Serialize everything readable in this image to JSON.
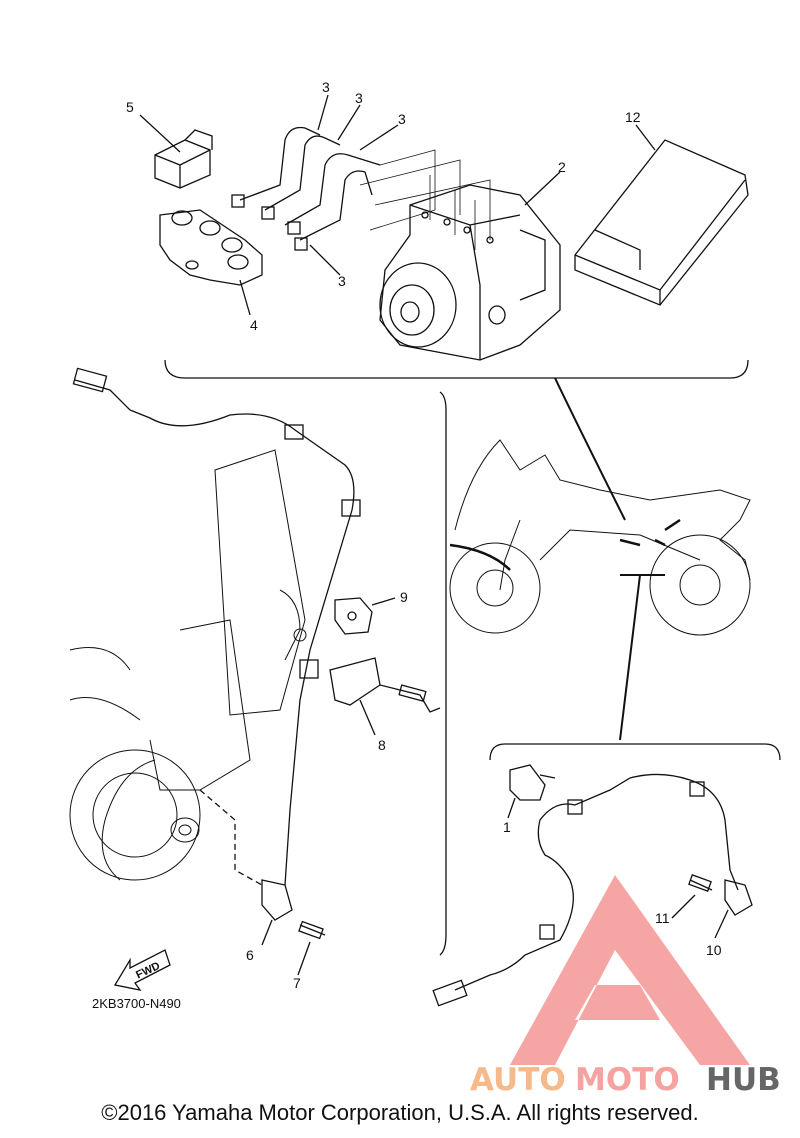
{
  "diagram": {
    "code": "2KB3700-N490",
    "fwd_label": "FWD",
    "callouts": [
      "1",
      "2",
      "3",
      "3",
      "3",
      "3",
      "4",
      "5",
      "6",
      "7",
      "8",
      "9",
      "10",
      "11",
      "12"
    ]
  },
  "watermark": {
    "part1": "AUTO",
    "part2": "MOTO",
    "part3": "HUB",
    "color1": "#f5b98a",
    "color2": "#f4a3a0",
    "color3": "#666666",
    "triangle_color": "#ef5b5b"
  },
  "footer": {
    "copyright": "©2016 Yamaha Motor Corporation, U.S.A. All rights reserved."
  }
}
